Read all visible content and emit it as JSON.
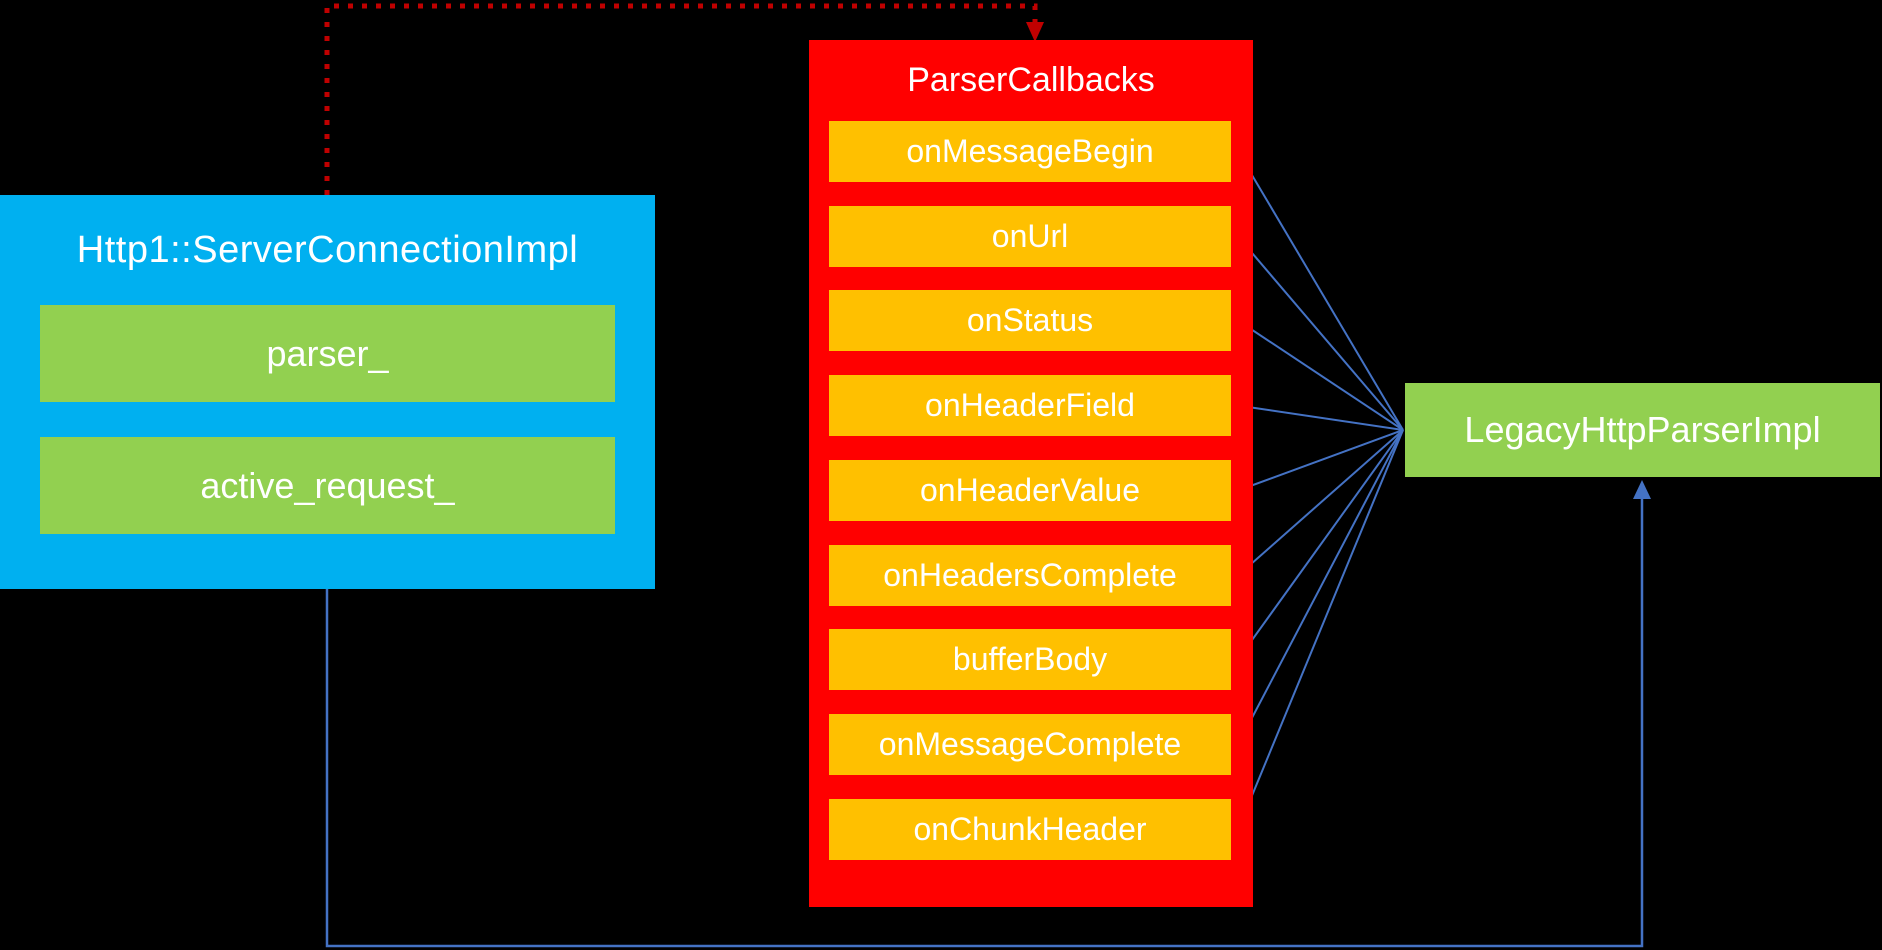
{
  "blue_box": {
    "title": "Http1::ServerConnectionImpl",
    "fields": [
      "parser_",
      "active_request_"
    ]
  },
  "red_box": {
    "title": "ParserCallbacks",
    "callbacks": [
      "onMessageBegin",
      "onUrl",
      "onStatus",
      "onHeaderField",
      "onHeaderValue",
      "onHeadersComplete",
      "bufferBody",
      "onMessageComplete",
      "onChunkHeader"
    ]
  },
  "green_box": {
    "label": "LegacyHttpParserImpl"
  },
  "connections": [
    {
      "from": "Http1::ServerConnectionImpl",
      "to": "ParserCallbacks",
      "style": "dotted",
      "color_key": "arrow_red"
    },
    {
      "from": "Http1::ServerConnectionImpl",
      "to": "LegacyHttpParserImpl",
      "style": "solid",
      "color_key": "arrow_blue"
    },
    {
      "from": "LegacyHttpParserImpl",
      "to": "every ParserCallbacks method",
      "style": "solid-fan",
      "color_key": "arrow_blue"
    }
  ],
  "colors": {
    "background": "#000000",
    "box_blue": "#00B0F0",
    "box_green": "#92D050",
    "box_red": "#FF0000",
    "box_orange": "#FFC000",
    "arrow_blue": "#4472C4",
    "arrow_red": "#C00000",
    "text": "#FFFFFF"
  }
}
